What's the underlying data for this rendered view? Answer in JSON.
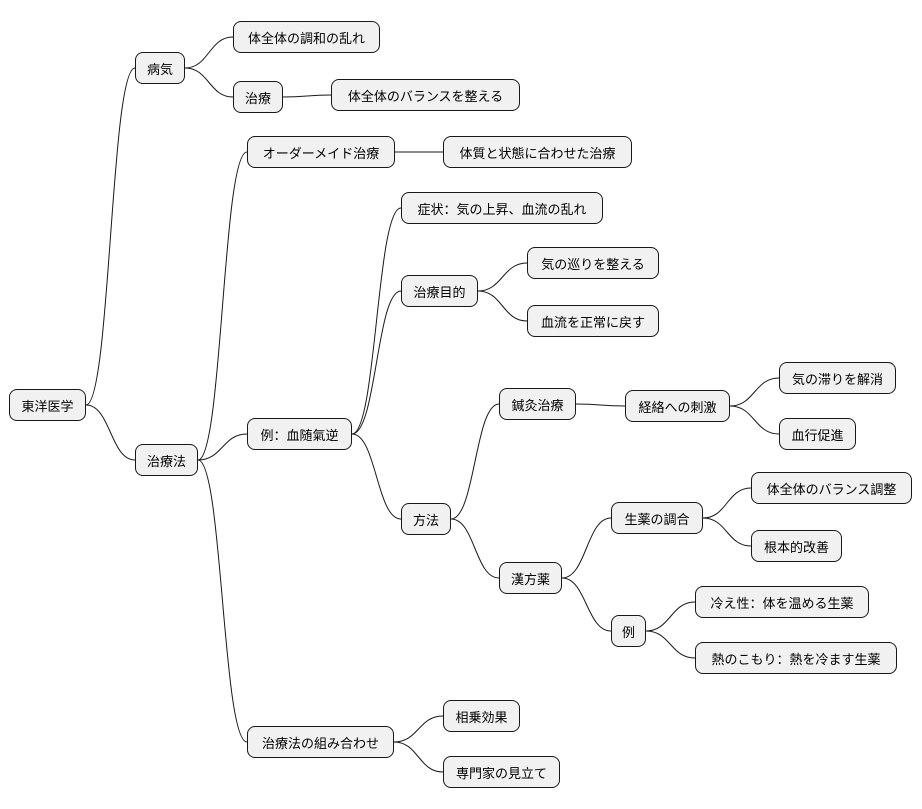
{
  "colors": {
    "node_fill": "#f1f1f1",
    "node_border": "#181818",
    "edge": "#181818",
    "text": "#000000"
  },
  "mindmap": {
    "label": "東洋医学",
    "children": [
      {
        "label": "病気",
        "children": [
          {
            "label": "体全体の調和の乱れ"
          },
          {
            "label": "治療",
            "children": [
              {
                "label": "体全体のバランスを整える"
              }
            ]
          }
        ]
      },
      {
        "label": "治療法",
        "children": [
          {
            "label": "オーダーメイド治療",
            "children": [
              {
                "label": "体質と状態に合わせた治療"
              }
            ]
          },
          {
            "label": "例：血随氣逆",
            "children": [
              {
                "label": "症状：気の上昇、血流の乱れ"
              },
              {
                "label": "治療目的",
                "children": [
                  {
                    "label": "気の巡りを整える"
                  },
                  {
                    "label": "血流を正常に戻す"
                  }
                ]
              },
              {
                "label": "方法",
                "children": [
                  {
                    "label": "鍼灸治療",
                    "children": [
                      {
                        "label": "経絡への刺激",
                        "children": [
                          {
                            "label": "気の滞りを解消"
                          },
                          {
                            "label": "血行促進"
                          }
                        ]
                      }
                    ]
                  },
                  {
                    "label": "漢方薬",
                    "children": [
                      {
                        "label": "生薬の調合",
                        "children": [
                          {
                            "label": "体全体のバランス調整"
                          },
                          {
                            "label": "根本的改善"
                          }
                        ]
                      },
                      {
                        "label": "例",
                        "children": [
                          {
                            "label": "冷え性：体を温める生薬"
                          },
                          {
                            "label": "熱のこもり：熱を冷ます生薬"
                          }
                        ]
                      }
                    ]
                  }
                ]
              }
            ]
          },
          {
            "label": "治療法の組み合わせ",
            "children": [
              {
                "label": "相乗効果"
              },
              {
                "label": "専門家の見立て"
              }
            ]
          }
        ]
      }
    ]
  }
}
